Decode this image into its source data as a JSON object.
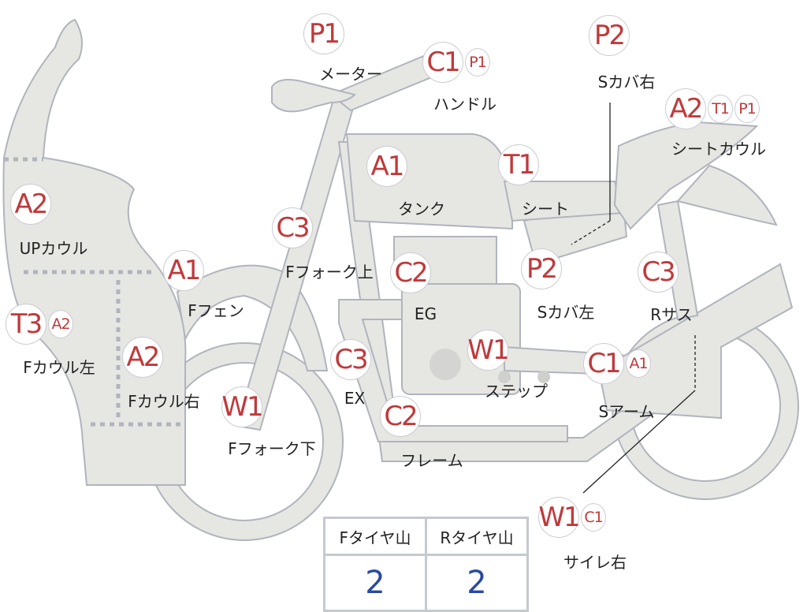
{
  "colors": {
    "grade": "#c0393b",
    "tire_value": "#2a4aa0",
    "body": "#e6e6e3",
    "outline": "#b0b4bc"
  },
  "parts": [
    {
      "label": "メーター",
      "codes": [
        "P1"
      ]
    },
    {
      "label": "ハンドル",
      "codes": [
        "C1",
        "P1"
      ]
    },
    {
      "label": "Sカバ右",
      "codes": [
        "P2"
      ]
    },
    {
      "label": "シートカウル",
      "codes": [
        "A2",
        "T1",
        "P1"
      ]
    },
    {
      "label": "タンク",
      "codes": [
        "A1"
      ]
    },
    {
      "label": "シート",
      "codes": [
        "T1"
      ]
    },
    {
      "label": "UPカウル",
      "codes": [
        "A2"
      ]
    },
    {
      "label": "Fフォーク上",
      "codes": [
        "C3"
      ]
    },
    {
      "label": "Fフェン",
      "codes": [
        "A1"
      ]
    },
    {
      "label": "EG",
      "codes": [
        "C2"
      ]
    },
    {
      "label": "Sカバ左",
      "codes": [
        "P2"
      ]
    },
    {
      "label": "Rサス",
      "codes": [
        "C3"
      ]
    },
    {
      "label": "Fカウル左",
      "codes": [
        "T3",
        "A2"
      ]
    },
    {
      "label": "Fカウル右",
      "codes": [
        "A2"
      ]
    },
    {
      "label": "EX",
      "codes": [
        "C3"
      ]
    },
    {
      "label": "ステップ",
      "codes": [
        "W1"
      ]
    },
    {
      "label": "Sアーム",
      "codes": [
        "C1",
        "A1"
      ]
    },
    {
      "label": "Fフォーク下",
      "codes": [
        "W1"
      ]
    },
    {
      "label": "フレーム",
      "codes": [
        "C2"
      ]
    },
    {
      "label": "サイレ右",
      "codes": [
        "W1",
        "C1"
      ]
    }
  ],
  "tire_table": {
    "headers": [
      "Fタイヤ山",
      "Rタイヤ山"
    ],
    "values": [
      "2",
      "2"
    ]
  }
}
